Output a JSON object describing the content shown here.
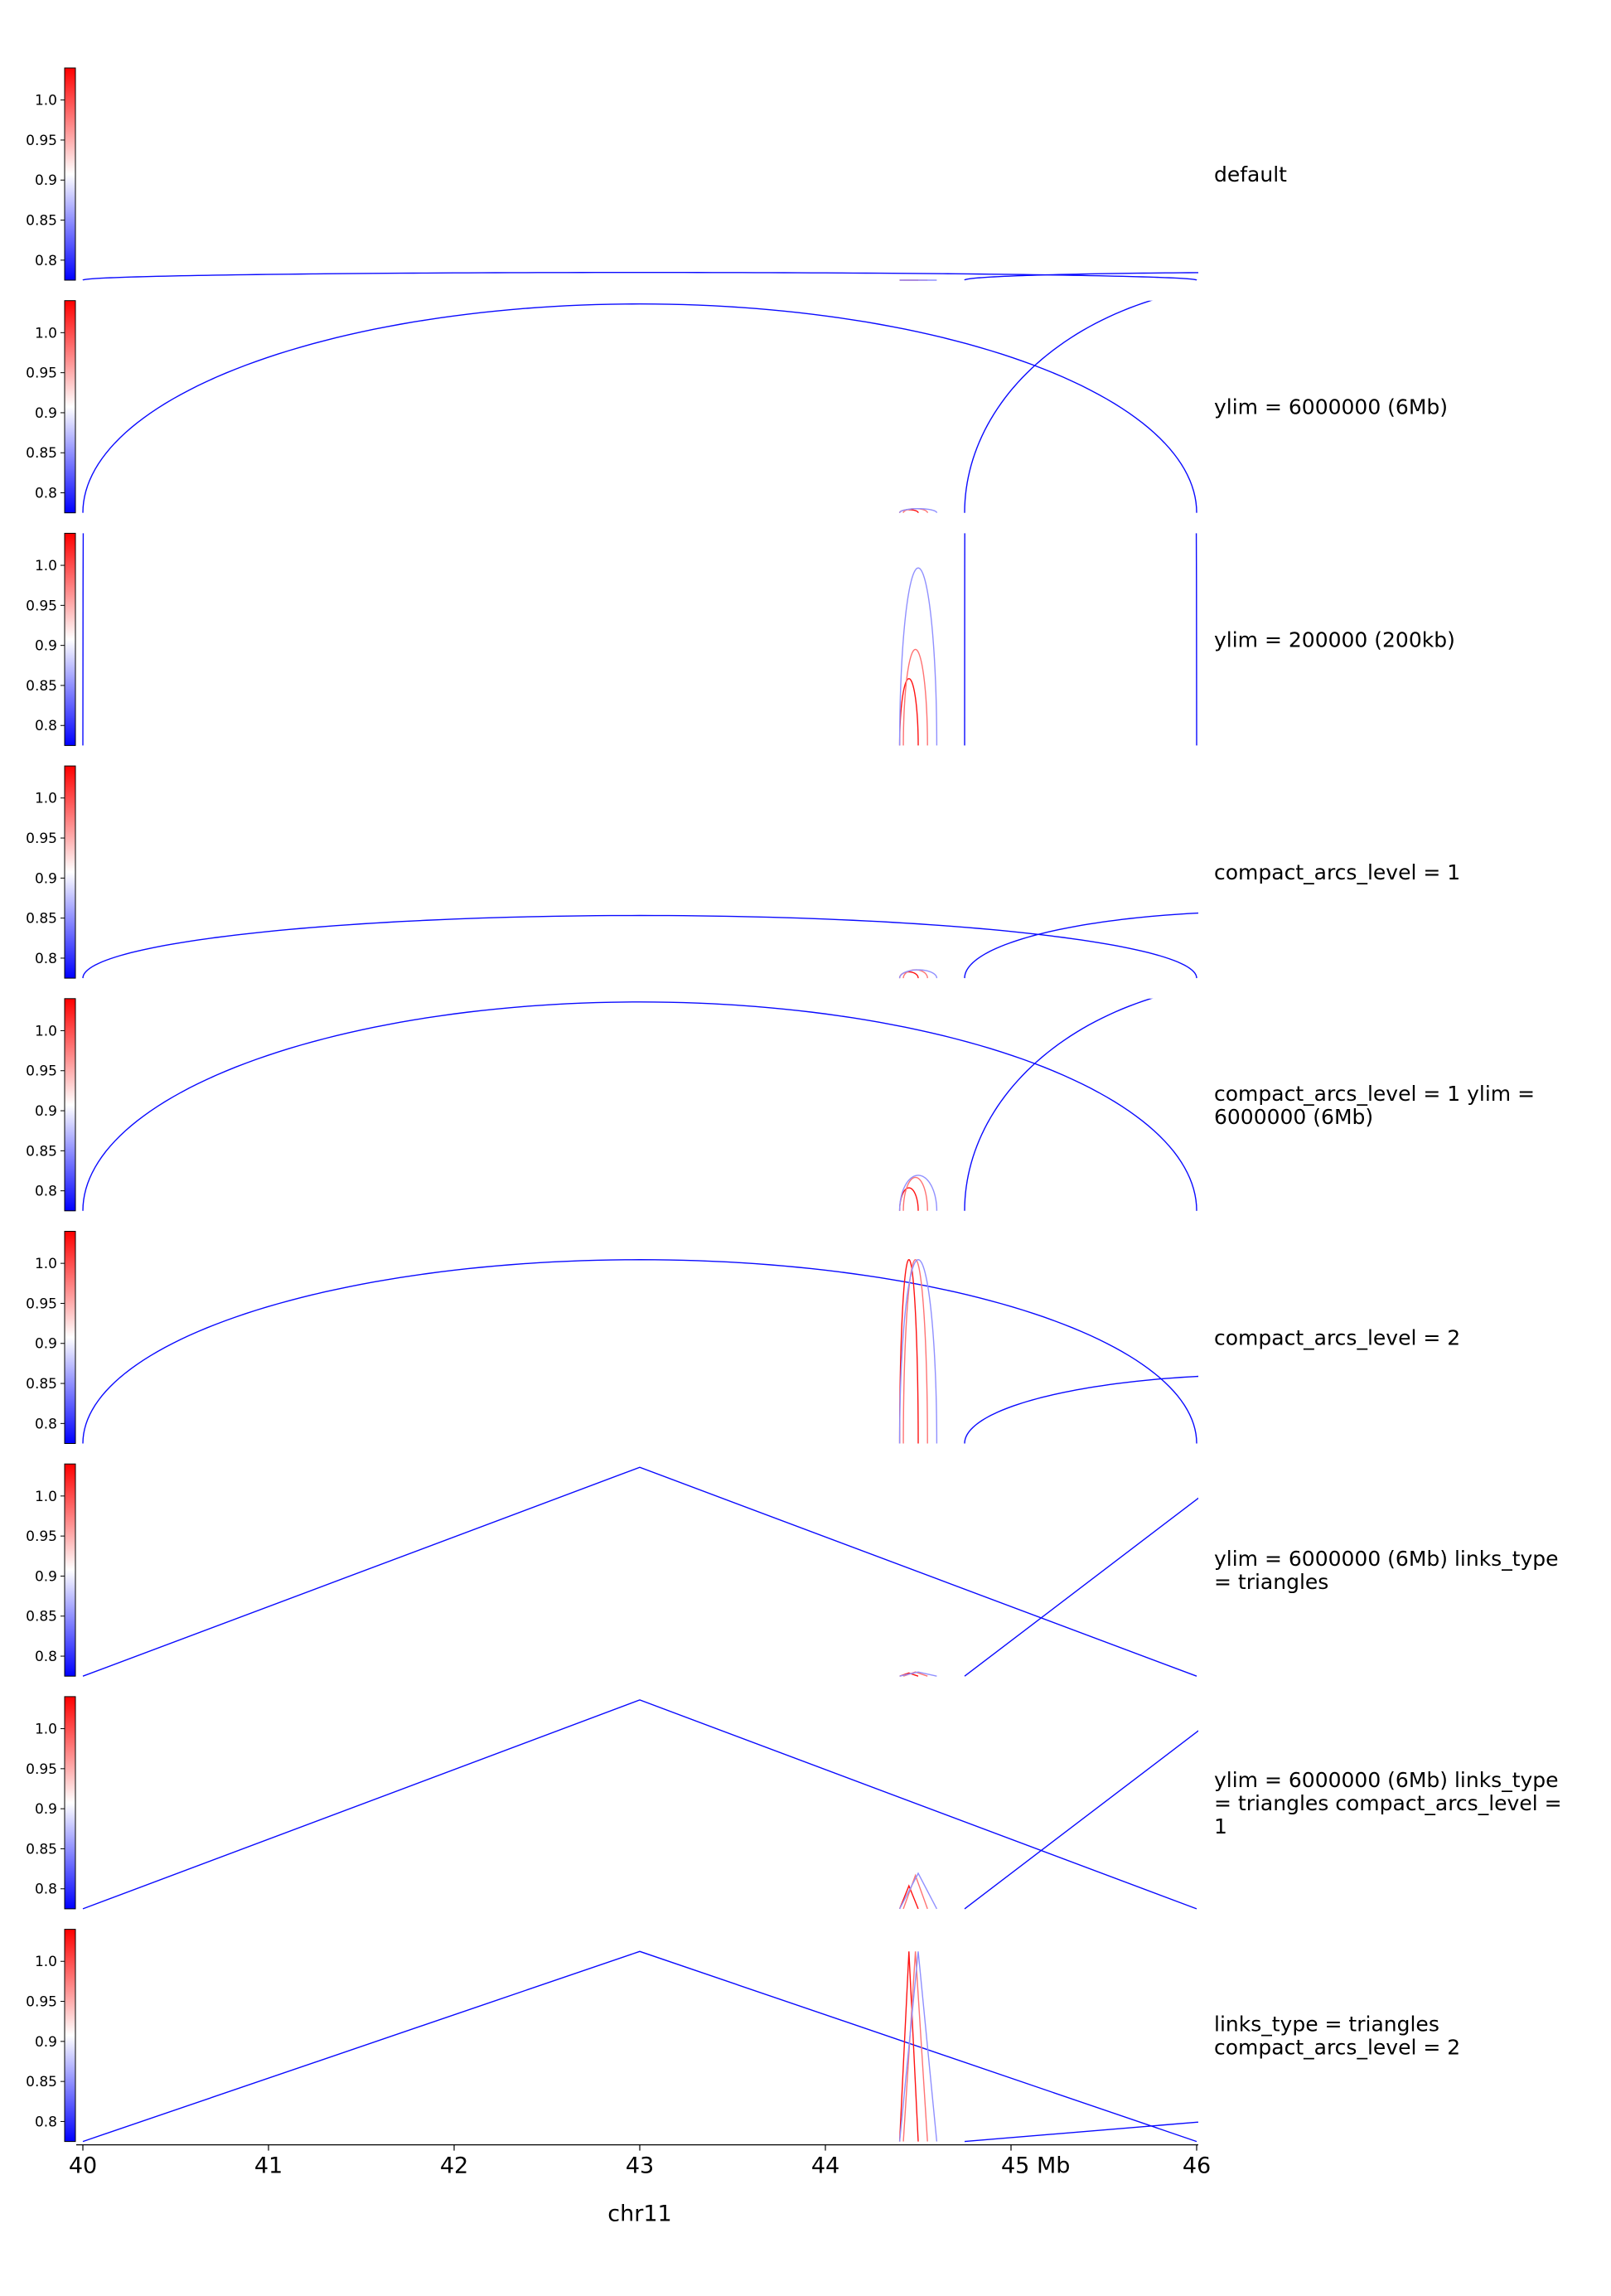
{
  "chart_data": {
    "type": "arcs",
    "chromosome": "chr11",
    "xlabel": "chr11",
    "x_unit": "Mb",
    "xlim": [
      40,
      46
    ],
    "x_ticks": [
      {
        "value": 40,
        "label": "40"
      },
      {
        "value": 41,
        "label": "41"
      },
      {
        "value": 42,
        "label": "42"
      },
      {
        "value": 43,
        "label": "43"
      },
      {
        "value": 44,
        "label": "44"
      },
      {
        "value": 45,
        "label": "45 Mb"
      },
      {
        "value": 46,
        "label": "46"
      }
    ],
    "colorbar": {
      "colormap": [
        "#0000ff",
        "#ffffff",
        "#ff0000"
      ],
      "range": [
        0.775,
        1.04
      ],
      "ticks": [
        {
          "value": 0.8,
          "label": "0.8"
        },
        {
          "value": 0.85,
          "label": "0.85"
        },
        {
          "value": 0.9,
          "label": "0.9"
        },
        {
          "value": 0.95,
          "label": "0.95"
        },
        {
          "value": 1.0,
          "label": "1.0"
        }
      ]
    },
    "links": [
      {
        "start": 40.0,
        "end": 46.0,
        "score": 0.78
      },
      {
        "start": 44.4,
        "end": 44.5,
        "score": 1.03
      },
      {
        "start": 44.42,
        "end": 44.55,
        "score": 0.98
      },
      {
        "start": 44.4,
        "end": 44.6,
        "score": 0.85
      },
      {
        "start": 44.75,
        "end": 48.0,
        "score": 0.78
      }
    ],
    "tracks": [
      {
        "title": "default",
        "links_type": "arcs",
        "compact_level": 0,
        "heights": [
          0.24,
          0.0,
          0.0,
          0.0,
          0.24
        ],
        "max_height": 6.5
      },
      {
        "title": "ylim = 6000000 (6Mb)",
        "links_type": "arcs",
        "compact_level": 0,
        "heights": [
          1.0,
          0.015,
          0.02,
          0.02,
          1.1
        ],
        "max_height": 1.0
      },
      {
        "title": "ylim = 200000 (200kb)",
        "links_type": "arcs",
        "compact_level": 0,
        "heights": [
          30.0,
          0.32,
          0.46,
          0.85,
          32.0
        ],
        "max_height": 1.0
      },
      {
        "title": "compact_arcs_level = 1",
        "links_type": "arcs",
        "compact_level": 1,
        "heights": [
          0.3,
          0.03,
          0.04,
          0.04,
          0.32
        ],
        "max_height": 1.0
      },
      {
        "title": "compact_arcs_level = 1 ylim = 6000000 (6Mb)",
        "links_type": "arcs",
        "compact_level": 1,
        "heights": [
          1.0,
          0.11,
          0.16,
          0.17,
          1.1
        ],
        "max_height": 1.0
      },
      {
        "title": "compact_arcs_level = 2",
        "links_type": "arcs",
        "compact_level": 2,
        "heights": [
          0.88,
          0.88,
          0.88,
          0.88,
          0.33
        ],
        "max_height": 1.0
      },
      {
        "title": "ylim = 6000000 (6Mb) links_type = triangles",
        "links_type": "triangles",
        "compact_level": 0,
        "heights": [
          1.0,
          0.015,
          0.02,
          0.02,
          1.1
        ],
        "max_height": 1.0
      },
      {
        "title": "ylim = 6000000 (6Mb) links_type = triangles compact_arcs_level = 1",
        "links_type": "triangles",
        "compact_level": 1,
        "heights": [
          1.0,
          0.11,
          0.16,
          0.17,
          1.1
        ],
        "max_height": 1.0
      },
      {
        "title": "links_type = triangles compact_arcs_level = 2",
        "links_type": "triangles",
        "compact_level": 2,
        "heights": [
          0.91,
          0.91,
          0.91,
          0.91,
          0.12
        ],
        "max_height": 1.0
      }
    ]
  }
}
